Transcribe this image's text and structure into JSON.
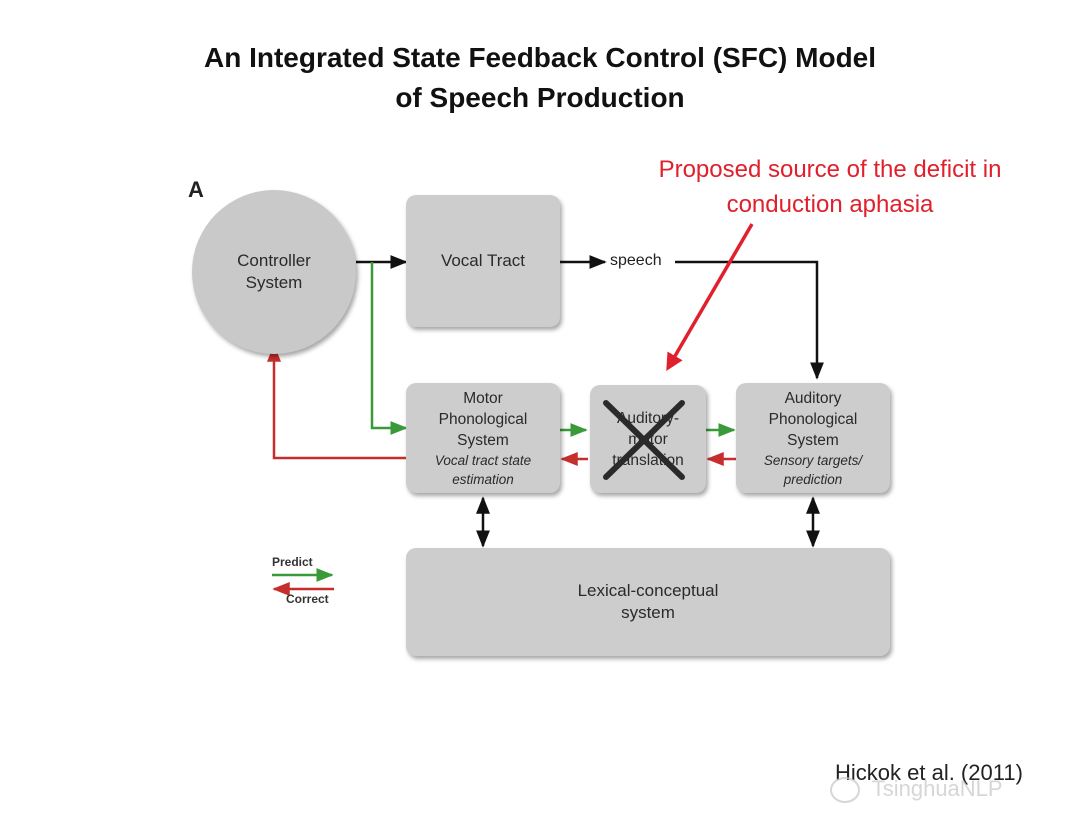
{
  "title": {
    "line1": "An Integrated State Feedback Control (SFC) Model",
    "line2": "of Speech Production"
  },
  "callout": {
    "line1": "Proposed source of the deficit in",
    "line2": "conduction aphasia",
    "color": "#e0202c"
  },
  "panel_letter": "A",
  "nodes": {
    "controller": {
      "line1": "Controller",
      "line2": "System"
    },
    "vocal_tract": {
      "label": "Vocal Tract"
    },
    "speech_label": "speech",
    "motor": {
      "line1": "Motor",
      "line2": "Phonological",
      "line3": "System",
      "italic1": "Vocal tract state",
      "italic2": "estimation"
    },
    "translation": {
      "line1": "Auditory-",
      "line2": "motor",
      "line3": "translation"
    },
    "auditory": {
      "line1": "Auditory",
      "line2": "Phonological",
      "line3": "System",
      "italic1": "Sensory targets/",
      "italic2": "prediction"
    },
    "lexical": {
      "line1": "Lexical-conceptual",
      "line2": "system"
    }
  },
  "legend": {
    "predict": "Predict",
    "correct": "Correct",
    "predict_color": "#3a9a3a",
    "correct_color": "#c62e2e"
  },
  "citation": "Hickok et al. (2011)",
  "watermark": "TsinghuaNLP",
  "icons": [
    "cross-icon",
    "wechat-icon"
  ]
}
